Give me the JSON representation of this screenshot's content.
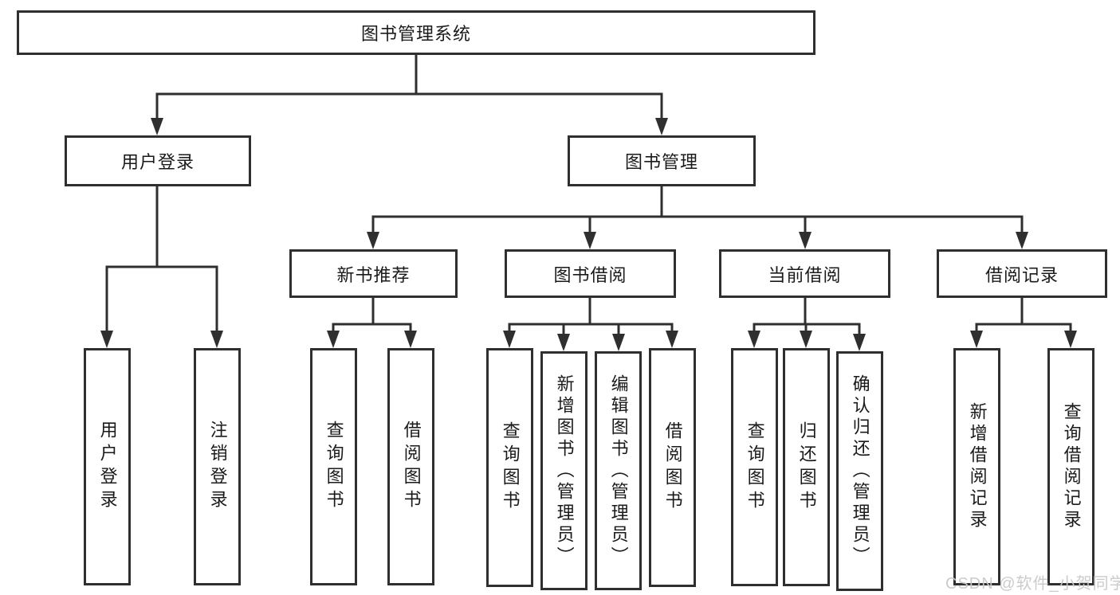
{
  "diagram": {
    "watermark": "CSDN @软件_小贺同学",
    "colors": {
      "line": "#2f2f2f",
      "text": "#1a1a1a",
      "watermark": "#c9c9c9",
      "background": "#ffffff"
    },
    "root": {
      "label": "图书管理系统",
      "children": [
        {
          "label": "用户登录",
          "children": [
            {
              "label": "用户登录"
            },
            {
              "label": "注销登录"
            }
          ]
        },
        {
          "label": "图书管理",
          "children": [
            {
              "label": "新书推荐",
              "children": [
                {
                  "label": "查询图书"
                },
                {
                  "label": "借阅图书"
                }
              ]
            },
            {
              "label": "图书借阅",
              "children": [
                {
                  "label": "查询图书"
                },
                {
                  "label": "新增图书（管理员）"
                },
                {
                  "label": "编辑图书（管理员）"
                },
                {
                  "label": "借阅图书"
                }
              ]
            },
            {
              "label": "当前借阅",
              "children": [
                {
                  "label": "查询图书"
                },
                {
                  "label": "归还图书"
                },
                {
                  "label": "确认归还（管理员）"
                }
              ]
            },
            {
              "label": "借阅记录",
              "children": [
                {
                  "label": "新增借阅记录"
                },
                {
                  "label": "查询借阅记录"
                }
              ]
            }
          ]
        }
      ]
    }
  }
}
